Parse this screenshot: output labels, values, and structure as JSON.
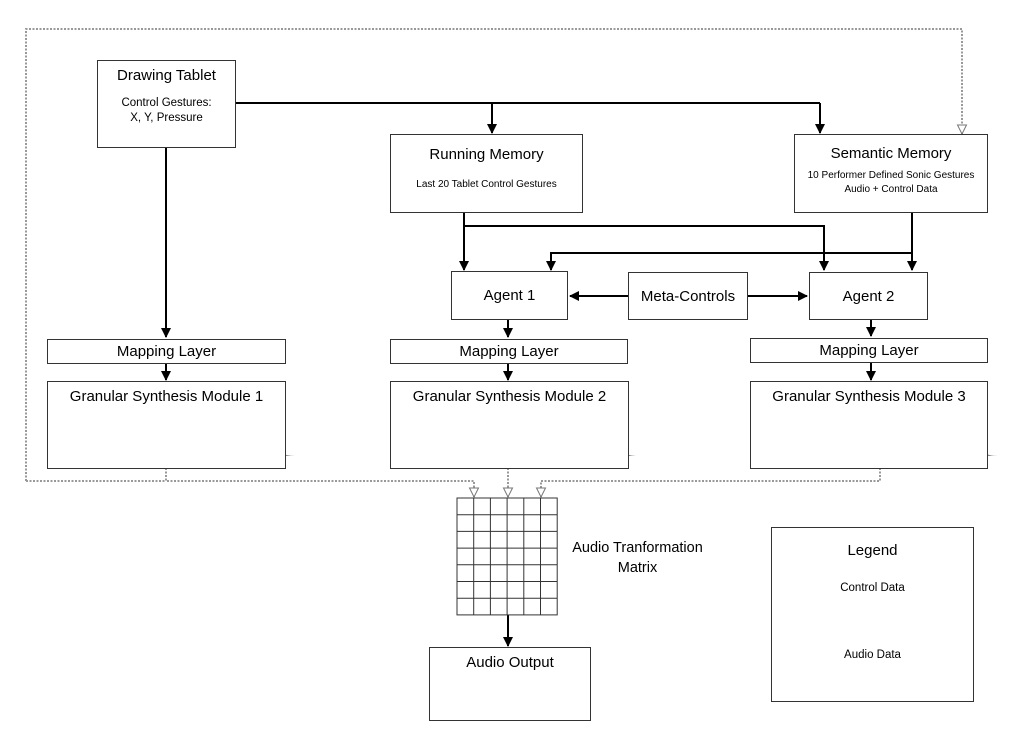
{
  "drawing_tablet": {
    "title": "Drawing Tablet",
    "line1": "Control Gestures:",
    "line2": "X, Y, Pressure"
  },
  "running_memory": {
    "title": "Running Memory",
    "line1": "Last 20 Tablet Control Gestures"
  },
  "semantic_memory": {
    "title": "Semantic Memory",
    "line1": "10 Performer Defined Sonic Gestures",
    "line2": "Audio + Control Data"
  },
  "agent1": {
    "label": "Agent 1"
  },
  "agent2": {
    "label": "Agent 2"
  },
  "meta_controls": {
    "label": "Meta-Controls"
  },
  "mapping_layers": [
    "Mapping Layer",
    "Mapping Layer",
    "Mapping Layer"
  ],
  "granular_modules": [
    "Granular Synthesis Module 1",
    "Granular Synthesis Module 2",
    "Granular Synthesis Module 3"
  ],
  "matrix": {
    "line1": "Audio Tranformation",
    "line2": "Matrix"
  },
  "audio_output": {
    "label": "Audio Output",
    "icon": "speaker-icon"
  },
  "legend": {
    "title": "Legend",
    "control_label": "Control Data",
    "audio_label": "Audio Data"
  },
  "colors": {
    "grain_dark": "#000000",
    "grain_light": "#8c8c8c",
    "control_line": "#000000",
    "audio_line": "#9a9a9a"
  }
}
